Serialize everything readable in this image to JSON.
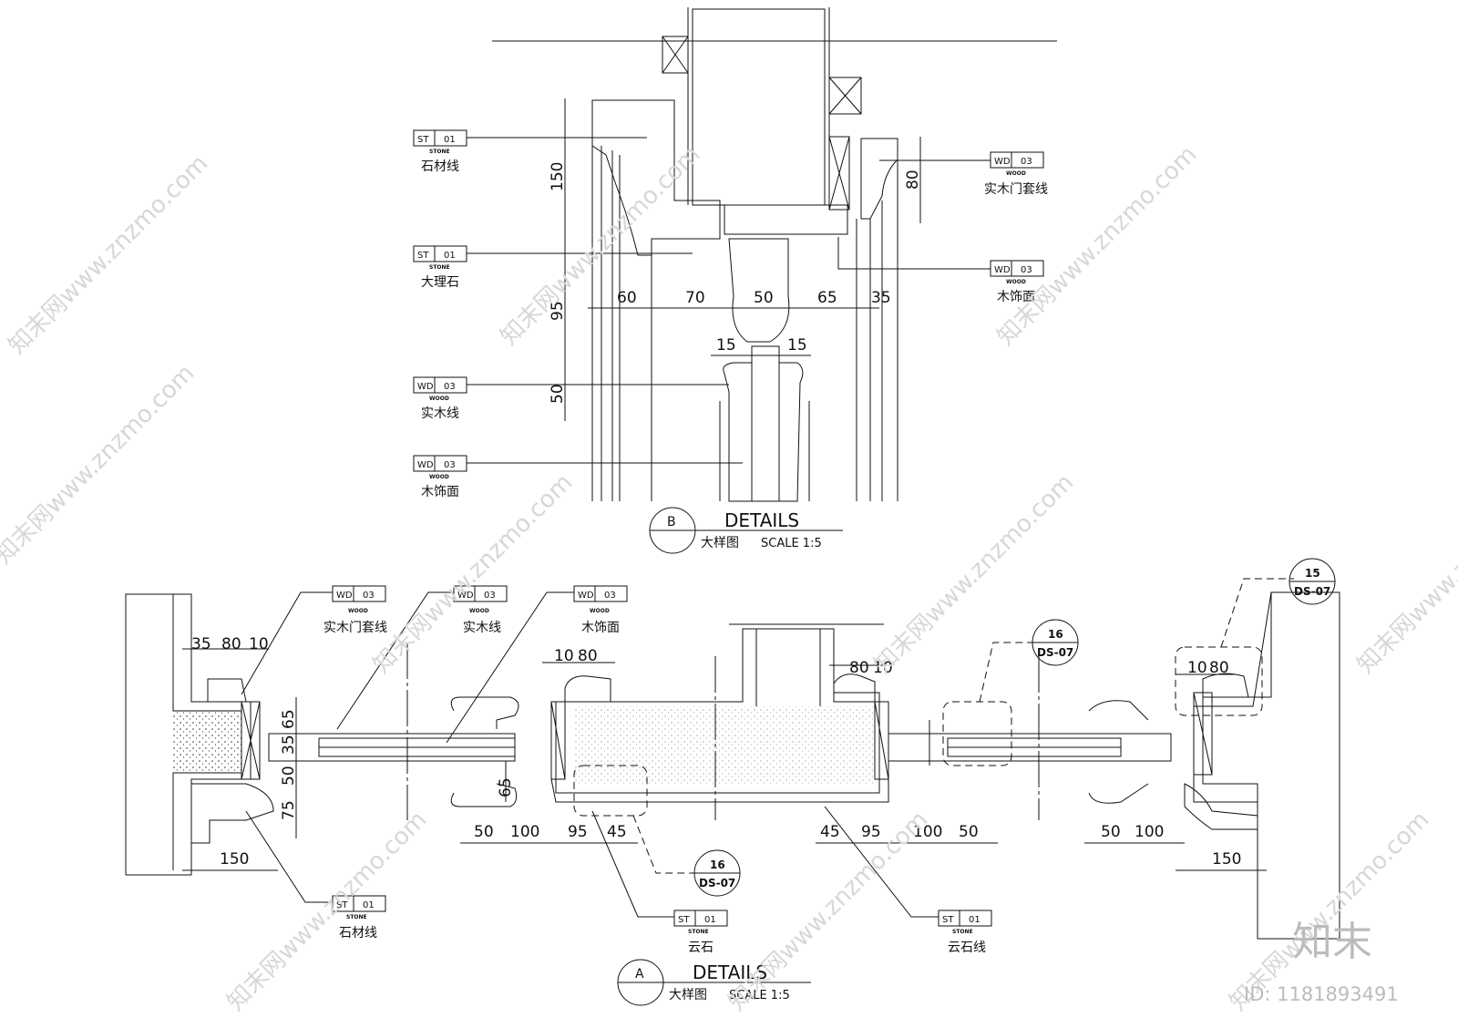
{
  "detail_b": {
    "title": "DETAILS",
    "subtitle": "大样图",
    "scale": "SCALE  1:5",
    "marker": "B",
    "tags": [
      {
        "code": "ST",
        "num": "01",
        "sub": "STONE",
        "label": "石材线"
      },
      {
        "code": "ST",
        "num": "01",
        "sub": "STONE",
        "label": "大理石"
      },
      {
        "code": "WD",
        "num": "03",
        "sub": "WOOD",
        "label": "实木线"
      },
      {
        "code": "WD",
        "num": "03",
        "sub": "WOOD",
        "label": "木饰面"
      },
      {
        "code": "WD",
        "num": "03",
        "sub": "WOOD",
        "label": "实木门套线"
      },
      {
        "code": "WD",
        "num": "03",
        "sub": "WOOD",
        "label": "木饰面"
      }
    ],
    "dims_h": [
      "60",
      "70",
      "50",
      "65",
      "35",
      "15",
      "15"
    ],
    "dims_v": [
      "150",
      "95",
      "50",
      "80"
    ]
  },
  "detail_a": {
    "title": "DETAILS",
    "subtitle": "大样图",
    "scale": "SCALE  1:5",
    "marker": "A",
    "tags": [
      {
        "code": "WD",
        "num": "03",
        "sub": "WOOD",
        "label": "实木门套线"
      },
      {
        "code": "WD",
        "num": "03",
        "sub": "WOOD",
        "label": "实木线"
      },
      {
        "code": "WD",
        "num": "03",
        "sub": "WOOD",
        "label": "木饰面"
      },
      {
        "code": "ST",
        "num": "01",
        "sub": "STONE",
        "label": "石材线"
      },
      {
        "code": "ST",
        "num": "01",
        "sub": "STONE",
        "label": "云石"
      },
      {
        "code": "ST",
        "num": "01",
        "sub": "STONE",
        "label": "云石线"
      }
    ],
    "refs": [
      {
        "num": "15",
        "sheet": "DS-07"
      },
      {
        "num": "16",
        "sheet": "DS-07"
      },
      {
        "num": "16",
        "sheet": "DS-07"
      }
    ],
    "dims_top_left": [
      "35",
      "80",
      "10"
    ],
    "dims_top_mid": [
      "10",
      "80"
    ],
    "dims_top_mid2": [
      "80",
      "10"
    ],
    "dims_top_right": [
      "10",
      "80"
    ],
    "dims_v_left": [
      "65",
      "35",
      "50",
      "75"
    ],
    "dims_v_mid": [
      "65"
    ],
    "dims_150": [
      "150",
      "150"
    ],
    "dims_bottom": [
      "50",
      "100",
      "95",
      "45",
      "45",
      "95",
      "100",
      "50",
      "50",
      "100"
    ]
  },
  "watermark": {
    "text": "知末网www.znzmo.com",
    "brand": "知末",
    "id": "ID: 1181893491"
  }
}
